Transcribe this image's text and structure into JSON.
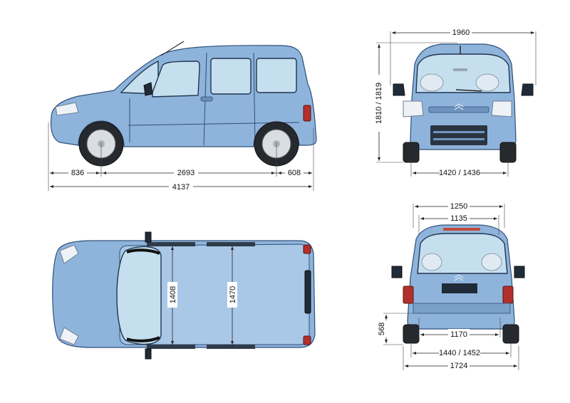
{
  "side_view": {
    "front_overhang": "836",
    "wheelbase": "2693",
    "rear_overhang": "608",
    "overall_length": "4137"
  },
  "front_view": {
    "overall_width_mirrors": "1960",
    "height": "1810 / 1819",
    "front_track": "1420 / 1436"
  },
  "top_view": {
    "interior_width_a": "1408",
    "interior_width_b": "1470"
  },
  "rear_view": {
    "opening_width_top": "1250",
    "opening_width_inner": "1135",
    "load_sill_height": "568",
    "rear_load_width": "1170",
    "rear_track": "1440 / 1452",
    "body_width": "1724"
  },
  "colors": {
    "body": "#8fb4dc",
    "glass": "#c6dfee",
    "tail_light": "#b2302b"
  }
}
